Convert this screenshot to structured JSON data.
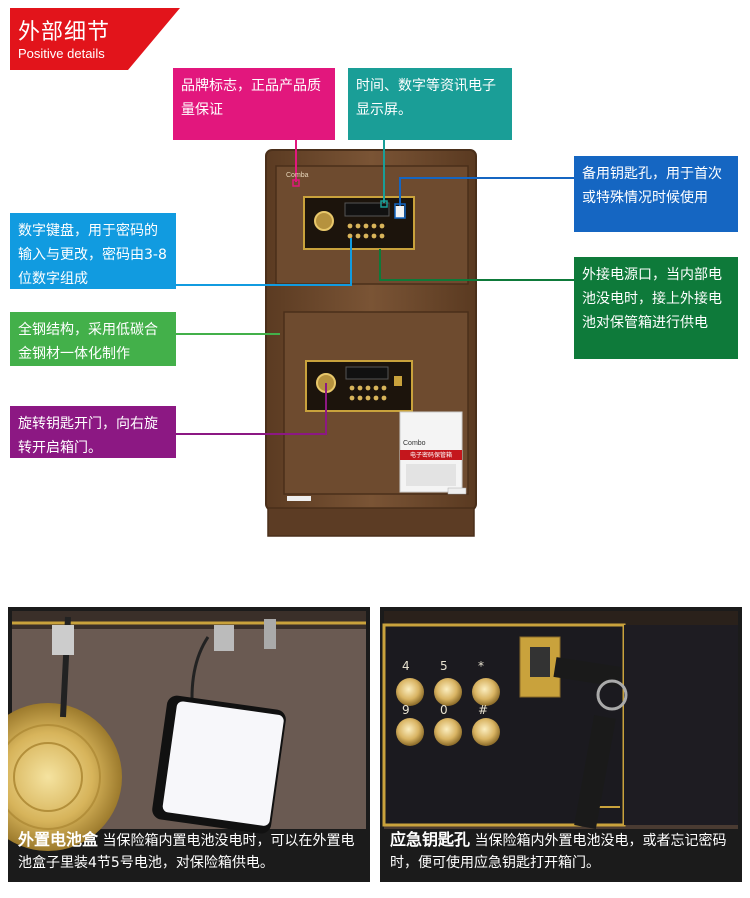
{
  "header": {
    "title": "外部细节",
    "subtitle": "Positive details"
  },
  "callouts": {
    "brand": "品牌标志，正品产品质量保证",
    "display": "时间、数字等资讯电子显示屏。",
    "backup_key": "备用钥匙孔，用于首次或特殊情况时候使用",
    "keypad": "数字键盘，用于密码的输入与更改，密码由3-8位数字组成",
    "power": "外接电源口，当内部电池没电时，接上外接电池对保管箱进行供电",
    "steel": "全钢结构，采用低碳合金钢材一体化制作",
    "rotate": "旋转钥匙开门，向右旋转开启箱门。"
  },
  "safe": {
    "brand_mark": "Comba",
    "label_brand": "Combo",
    "label_title": "电子密码保管箱",
    "key_digits_top": [
      "4",
      "5",
      "*"
    ],
    "key_digits_bottom": [
      "9",
      "0",
      "#"
    ]
  },
  "panels": {
    "left": {
      "title": "外置电池盒",
      "text": "当保险箱内置电池没电时，可以在外置电池盒子里装4节5号电池，对保险箱供电。"
    },
    "right": {
      "title": "应急钥匙孔",
      "text": "当保险箱内外置电池没电，或者忘记密码时，便可使用应急钥匙打开箱门。"
    }
  },
  "colors": {
    "red": "#e2141b",
    "magenta": "#e2177d",
    "teal": "#1a9e97",
    "blue": "#1566c2",
    "cyan": "#119be0",
    "green": "#0e7a3a",
    "light_green": "#43b04a",
    "purple": "#8c1883",
    "safe_brown": "#6e4b2f"
  }
}
